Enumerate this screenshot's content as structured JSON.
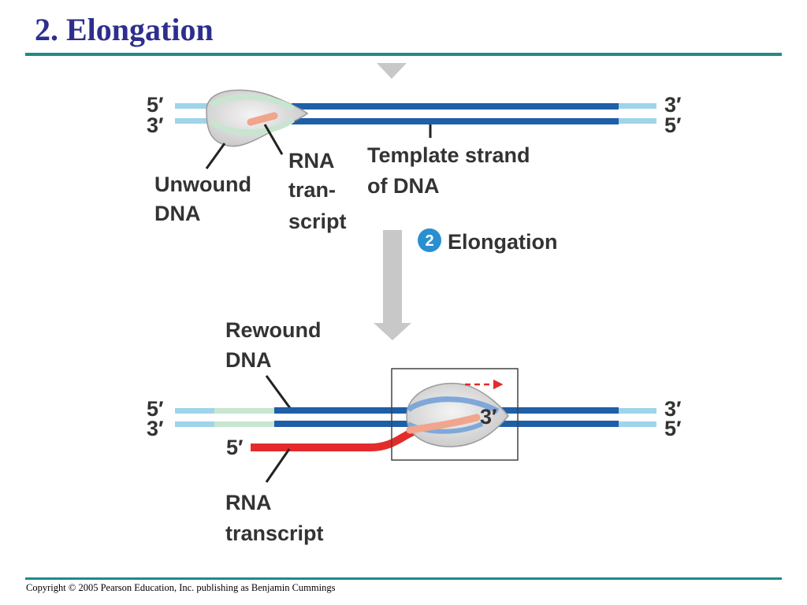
{
  "slide": {
    "title": "2. Elongation",
    "footer": "Copyright © 2005 Pearson Education, Inc. publishing as Benjamin Cummings"
  },
  "top_panel": {
    "end_top_left": "5′",
    "end_bottom_left": "3′",
    "end_top_right": "3′",
    "end_bottom_right": "5′",
    "unwound_dna": [
      "Unwound",
      "DNA"
    ],
    "rna_transcript": [
      "RNA",
      "tran-",
      "script"
    ],
    "template_strand": [
      "Template strand",
      "of DNA"
    ]
  },
  "step": {
    "number": "2",
    "label": "Elongation"
  },
  "bottom_panel": {
    "end_top_left": "5′",
    "end_bottom_left": "3′",
    "end_top_right": "3′",
    "end_bottom_right": "5′",
    "rewound_dna": [
      "Rewound",
      "DNA"
    ],
    "rna_five_prime": "5′",
    "rna_three_prime": "3′",
    "rna_transcript": [
      "RNA",
      "transcript"
    ]
  },
  "colors": {
    "title": "#2e2e8e",
    "rule": "#1f8a8a",
    "dna_strand": "#1e5fa8",
    "dna_light": "#9fd4ea",
    "unwound_green": "#c8e6cf",
    "polymerase": "#dcdcdc",
    "rna": "#e32b2b",
    "rna_light": "#f0a58c",
    "badge": "#2a8fd0",
    "arrow": "#c8c8c8"
  }
}
